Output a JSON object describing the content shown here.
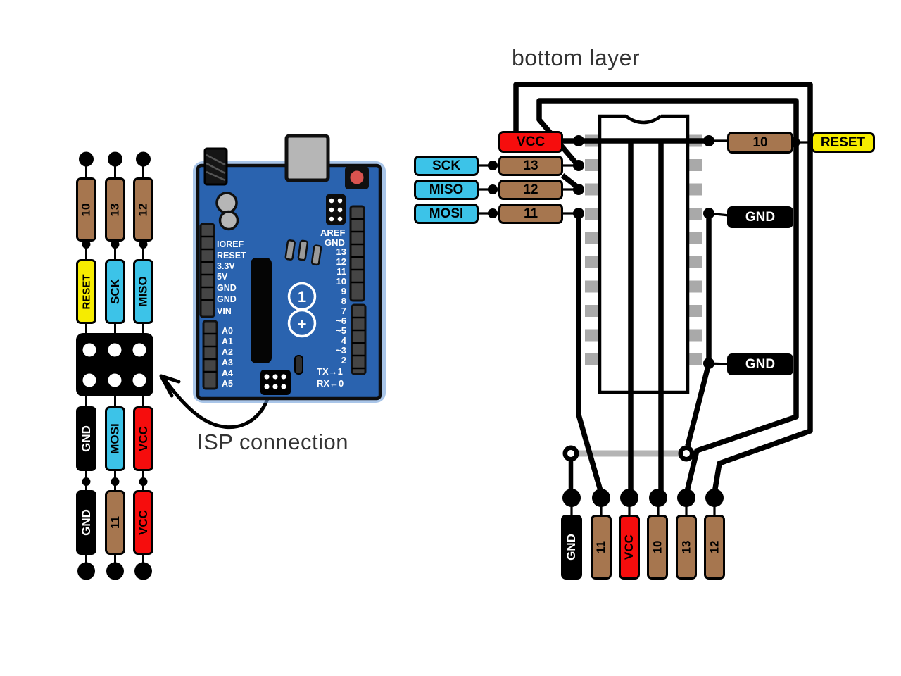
{
  "titles": {
    "bottom_layer": "bottom layer",
    "isp_connection": "ISP connection"
  },
  "colors": {
    "pin_brown": "#a6764f",
    "signal_cyan": "#3cc3e8",
    "reset_yellow": "#f6ec00",
    "power_red": "#f60d0d",
    "gnd_black": "#000000",
    "board_blue": "#2a63af",
    "pad_gray": "#a9a9a9",
    "jumper_gray": "#b4b4b4"
  },
  "left_panel": {
    "col_top": [
      "10",
      "13",
      "12"
    ],
    "col_signal": [
      "RESET",
      "SCK",
      "MISO"
    ],
    "col_lower": [
      "GND",
      "MOSI",
      "VCC"
    ],
    "col_bottom": [
      "GND",
      "11",
      "VCC"
    ]
  },
  "arduino": {
    "power_labels": [
      "IOREF",
      "RESET",
      "3.3V",
      "5V",
      "GND",
      "GND",
      "VIN"
    ],
    "analog_labels": [
      "A0",
      "A1",
      "A2",
      "A3",
      "A4",
      "A5"
    ],
    "digital_top": [
      "AREF",
      "GND",
      "13",
      "12",
      "11",
      "10",
      "9",
      "8"
    ],
    "digital_bottom": [
      "7",
      "~6",
      "~5",
      "4",
      "~3",
      "2"
    ],
    "serial": [
      "TX→1",
      "RX←0"
    ],
    "logo": [
      "1",
      "+"
    ]
  },
  "pcb": {
    "vcc": "VCC",
    "sck": "SCK",
    "miso": "MISO",
    "mosi": "MOSI",
    "p13": "13",
    "p12": "12",
    "p11": "11",
    "p10": "10",
    "reset": "RESET",
    "gnd_top": "GND",
    "gnd_bottom": "GND",
    "bottom_row": [
      "GND",
      "11",
      "VCC",
      "10",
      "13",
      "12"
    ]
  }
}
